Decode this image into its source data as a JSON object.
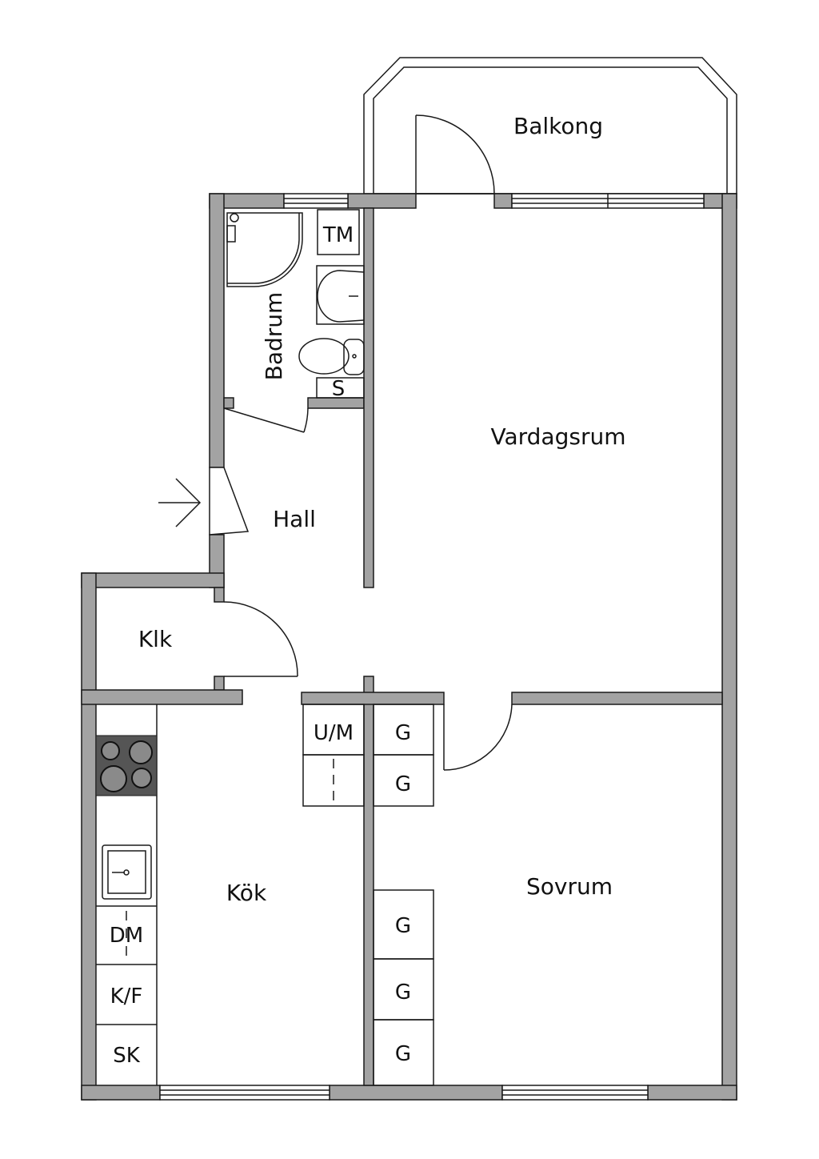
{
  "rooms": {
    "balcony": "Balkong",
    "living": "Vardagsrum",
    "bathroom": "Badrum",
    "hall": "Hall",
    "closet": "Klk",
    "kitchen": "Kök",
    "bedroom": "Sovrum"
  },
  "fixtures": {
    "tm": "TM",
    "s": "S",
    "um": "U/M",
    "g": "G",
    "dm": "DM",
    "kf": "K/F",
    "sk": "SK"
  },
  "colors": {
    "wall": "#a3a3a3",
    "stove": "#555555"
  }
}
